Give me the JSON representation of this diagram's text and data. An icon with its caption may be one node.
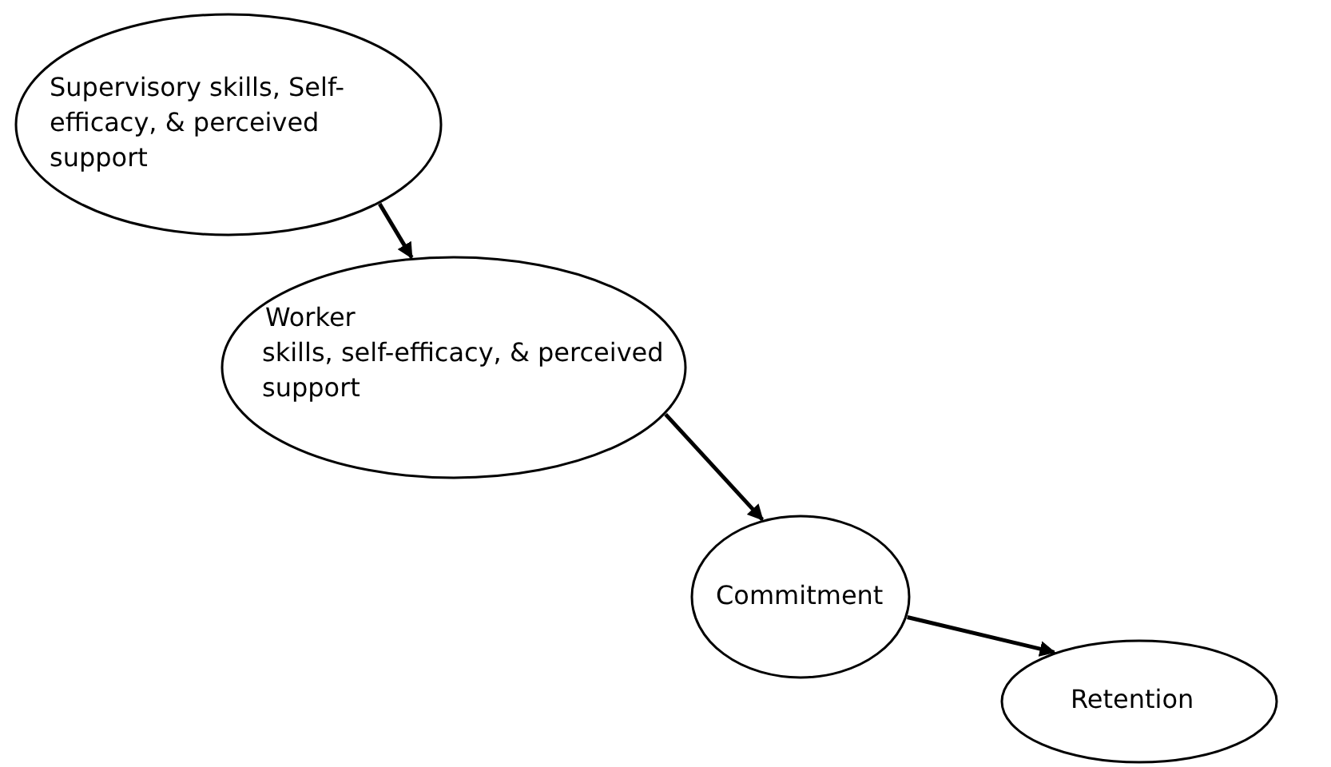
{
  "diagram": {
    "nodes": [
      {
        "text": [
          "Supervisory skills, Self-efficacy, & perceived support"
        ]
      },
      {
        "text": [
          "Worker",
          "skills, self-efficacy, & perceived support"
        ]
      },
      {
        "text": [
          "Commitment"
        ]
      },
      {
        "text": [
          "Retention"
        ]
      }
    ],
    "edges": [
      {
        "from": 0,
        "to": 1,
        "arrow": "to"
      },
      {
        "from": 1,
        "to": 2,
        "arrow": "to"
      },
      {
        "from": 2,
        "to": 3,
        "arrow": "to"
      }
    ]
  }
}
